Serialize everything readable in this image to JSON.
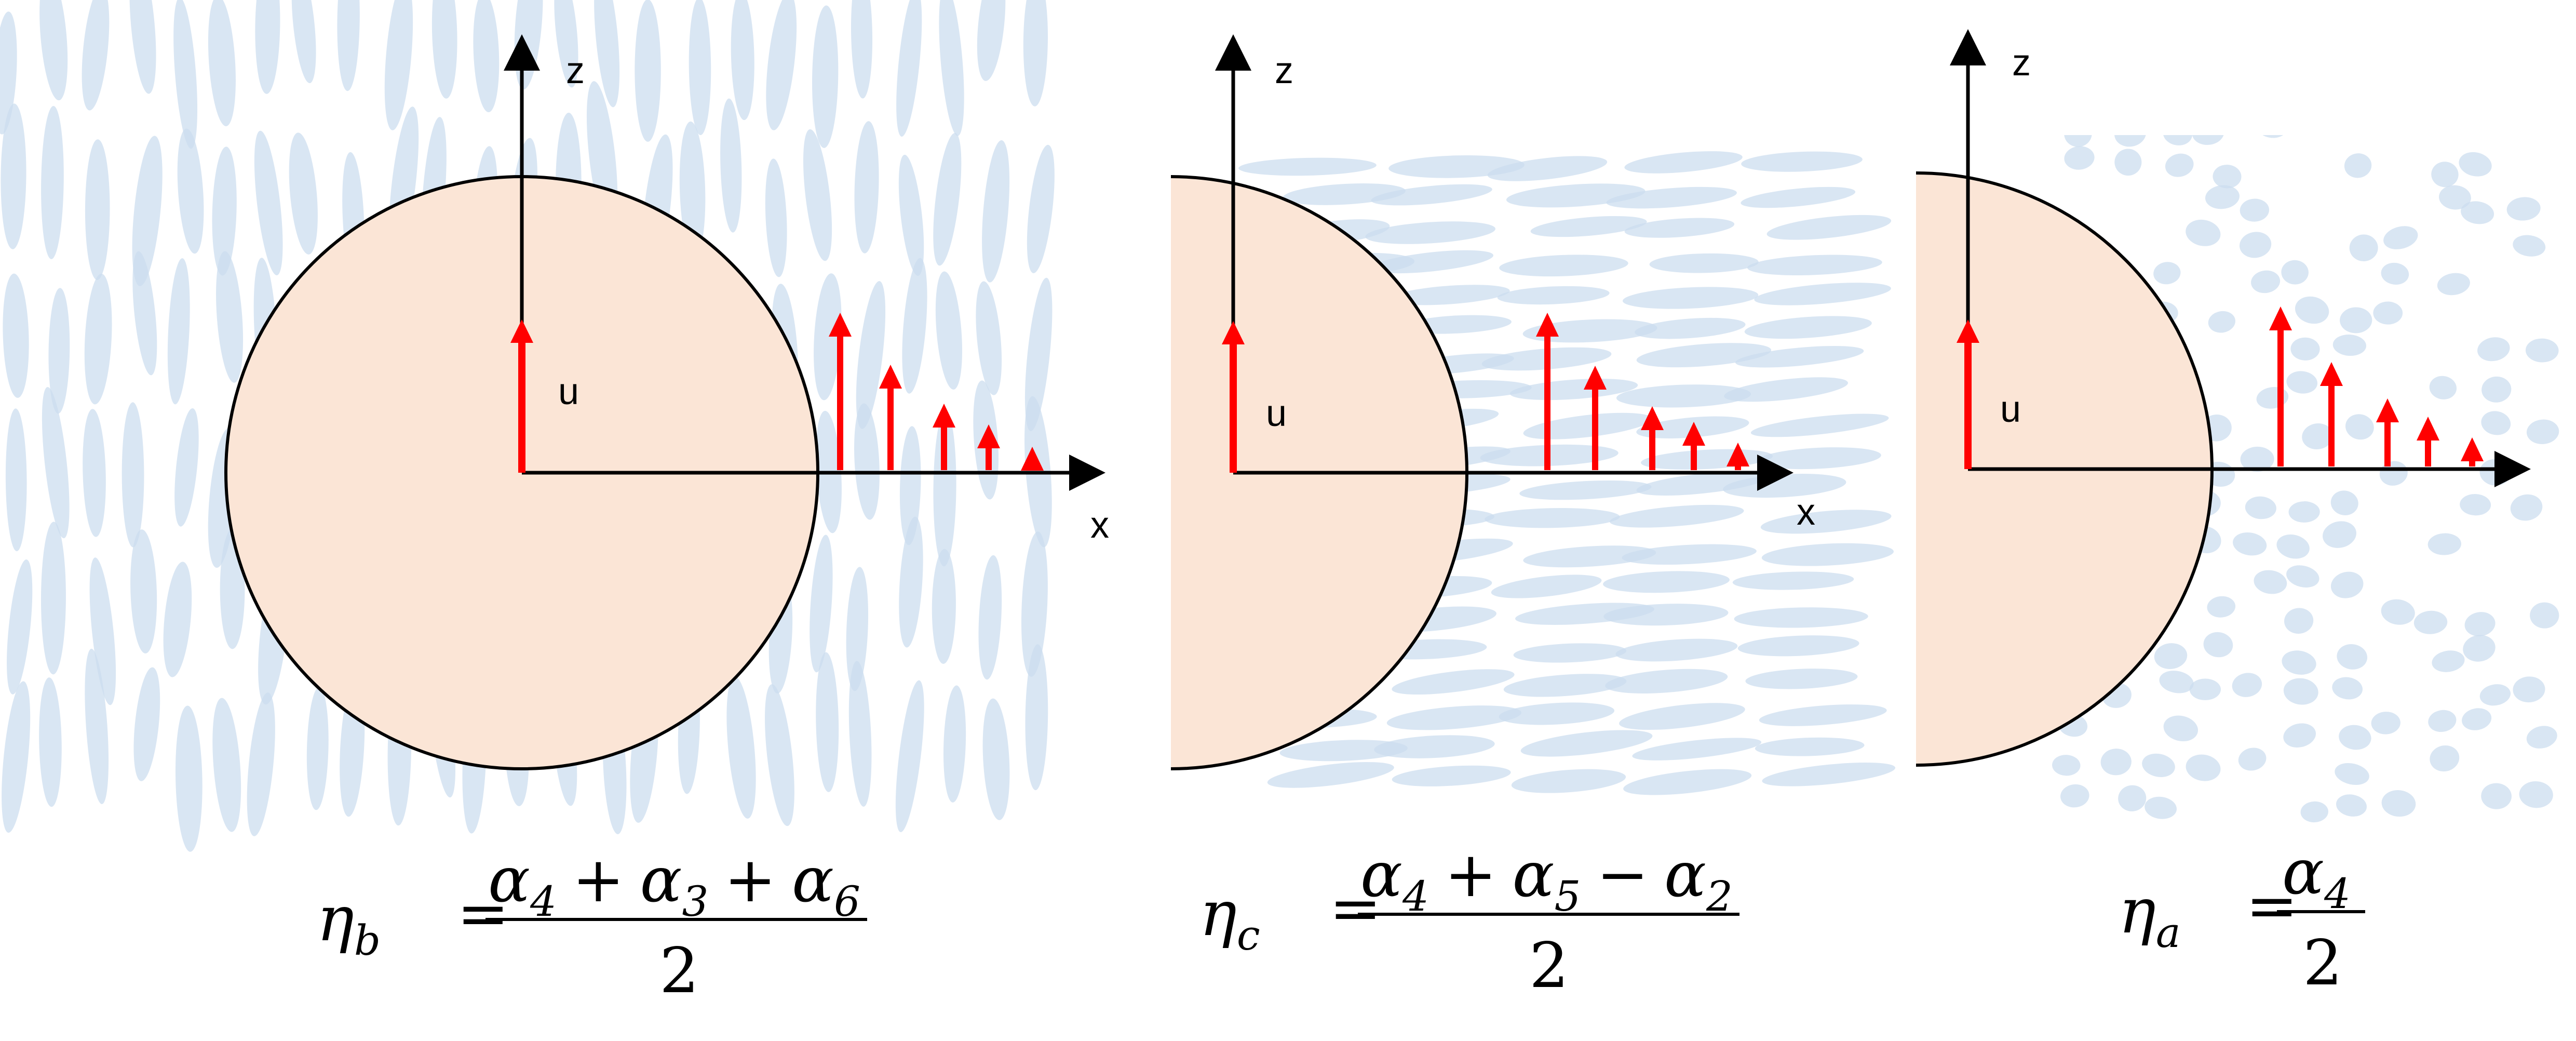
{
  "colors": {
    "particle": "#cbdcee",
    "particle_opacity": 0.72,
    "body_fill": "#fbe5d6",
    "body_stroke": "#000000",
    "flow_arrow": "#ff0000",
    "axis": "#000000"
  },
  "panels": [
    {
      "id": "b",
      "particle_shape": "elongated along z",
      "axis_labels": {
        "x": "x",
        "z": "z"
      },
      "velocity_label": "u",
      "equation": {
        "lhs_symbol": "η",
        "lhs_sub": "b",
        "numerator": [
          "α",
          "4",
          "+",
          "α",
          "3",
          "+",
          "α",
          "6"
        ],
        "denominator": "2"
      }
    },
    {
      "id": "c",
      "particle_shape": "elongated along x",
      "axis_labels": {
        "x": "x",
        "z": "z"
      },
      "velocity_label": "u",
      "equation": {
        "lhs_symbol": "η",
        "lhs_sub": "c",
        "numerator": [
          "α",
          "4",
          "+",
          "α",
          "5",
          "−",
          "α",
          "2"
        ],
        "denominator": "2"
      }
    },
    {
      "id": "a",
      "particle_shape": "round",
      "axis_labels": {
        "x": "",
        "z": "z"
      },
      "velocity_label": "u",
      "equation": {
        "lhs_symbol": "η",
        "lhs_sub": "a",
        "numerator": [
          "α",
          "4"
        ],
        "denominator": "2"
      }
    }
  ]
}
